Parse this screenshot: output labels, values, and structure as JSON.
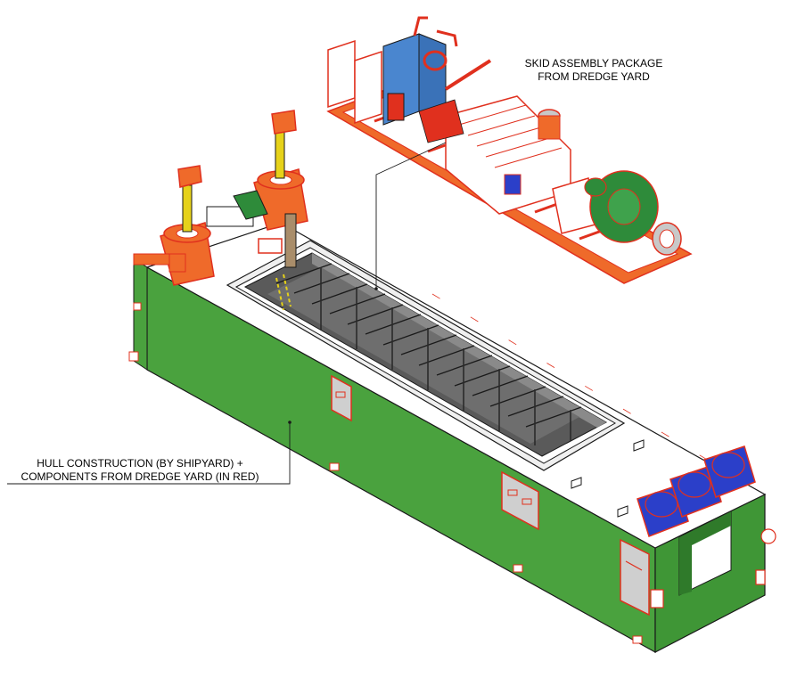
{
  "labels": {
    "skid_line1": "SKID ASSEMBLY PACKAGE",
    "skid_line2": "FROM DREDGE YARD",
    "hull_line1": "HULL CONSTRUCTION (BY SHIPYARD) +",
    "hull_line2": "COMPONENTS FROM DREDGE YARD (IN RED)"
  },
  "colors": {
    "hull_green": "#4aa23e",
    "hull_green_dark": "#2f7a2a",
    "deck_white": "#ffffff",
    "outline": "#1a1a1a",
    "component_red": "#e0301e",
    "skid_orange": "#ef6a2a",
    "panel_blue": "#4a86cf",
    "winch_blue": "#2b3fc9",
    "hold_dark": "#5a5a5a",
    "hold_mid": "#8a8a8a",
    "pump_green": "#2e8b3a",
    "cylinder_yellow": "#e6d21a",
    "spud_grey": "#c8c8c8"
  }
}
